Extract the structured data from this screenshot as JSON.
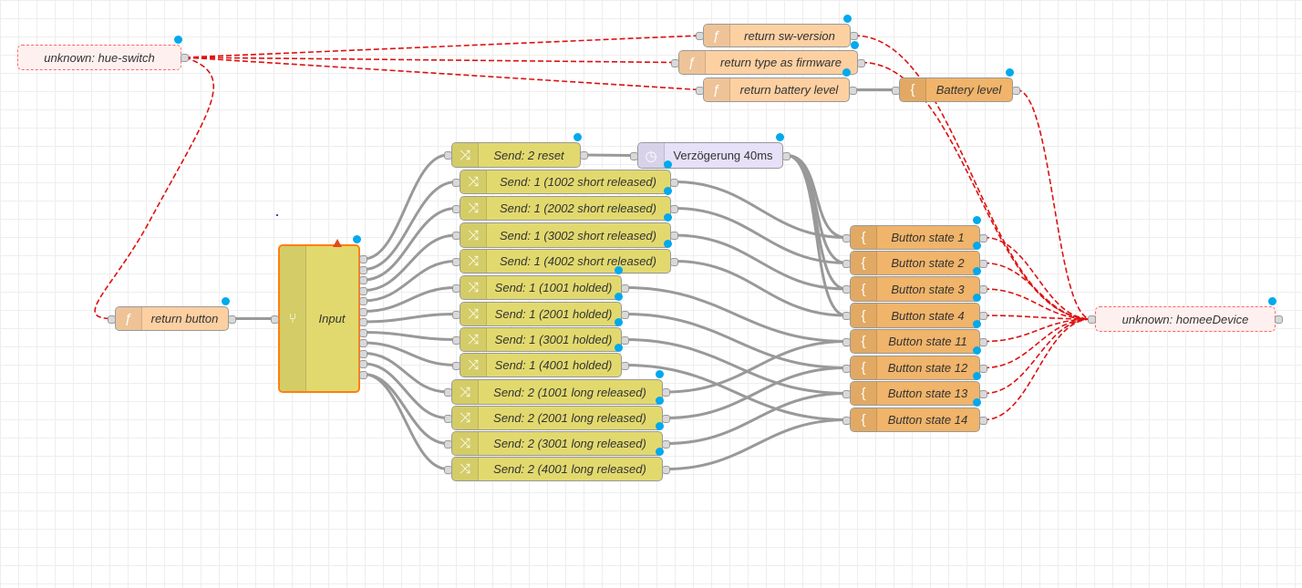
{
  "colors": {
    "function": "#fdd0a2",
    "template": "#f0b46a",
    "change": "#e2d96e",
    "delay": "#e6e0f8",
    "unknown": "#fff0f0",
    "wire": "#999999",
    "link": "#dd1111",
    "badge": "#00a9ed",
    "switch_border": "#ff7f0e"
  },
  "nodes": [
    {
      "id": "hue",
      "kind": "unknown",
      "label": "unknown: hue-switch",
      "icon": ""
    },
    {
      "id": "homee",
      "kind": "unknown",
      "label": "unknown: homeeDevice",
      "icon": ""
    },
    {
      "id": "fn_sw",
      "kind": "function",
      "label": "return sw-version",
      "icon": "function-icon"
    },
    {
      "id": "fn_fw",
      "kind": "function",
      "label": "return type as firmware",
      "icon": "function-icon"
    },
    {
      "id": "fn_batt",
      "kind": "function",
      "label": "return battery level",
      "icon": "function-icon"
    },
    {
      "id": "tpl_batt",
      "kind": "template",
      "label": "Battery level",
      "icon": "template-icon"
    },
    {
      "id": "fn_btn",
      "kind": "function",
      "label": "return button",
      "icon": "function-icon"
    },
    {
      "id": "sw_input",
      "kind": "switch",
      "label": "Input",
      "icon": "switch-icon"
    },
    {
      "id": "ch_reset",
      "kind": "change",
      "label": "Send: 2 reset",
      "icon": "change-icon"
    },
    {
      "id": "delay",
      "kind": "delay",
      "label": "Verzögerung 40ms",
      "icon": "timer-icon"
    },
    {
      "id": "ch_1002",
      "kind": "change",
      "label": "Send: 1 (1002 short released)",
      "icon": "change-icon"
    },
    {
      "id": "ch_2002",
      "kind": "change",
      "label": "Send: 1 (2002 short released)",
      "icon": "change-icon"
    },
    {
      "id": "ch_3002",
      "kind": "change",
      "label": "Send: 1 (3002 short released)",
      "icon": "change-icon"
    },
    {
      "id": "ch_4002",
      "kind": "change",
      "label": "Send: 1 (4002 short released)",
      "icon": "change-icon"
    },
    {
      "id": "ch_1001h",
      "kind": "change",
      "label": "Send: 1 (1001 holded)",
      "icon": "change-icon"
    },
    {
      "id": "ch_2001h",
      "kind": "change",
      "label": "Send: 1 (2001 holded)",
      "icon": "change-icon"
    },
    {
      "id": "ch_3001h",
      "kind": "change",
      "label": "Send: 1 (3001 holded)",
      "icon": "change-icon"
    },
    {
      "id": "ch_4001h",
      "kind": "change",
      "label": "Send: 1 (4001 holded)",
      "icon": "change-icon"
    },
    {
      "id": "ch_1001l",
      "kind": "change",
      "label": "Send: 2 (1001 long released)",
      "icon": "change-icon"
    },
    {
      "id": "ch_2001l",
      "kind": "change",
      "label": "Send: 2 (2001 long released)",
      "icon": "change-icon"
    },
    {
      "id": "ch_3001l",
      "kind": "change",
      "label": "Send: 2 (3001 long released)",
      "icon": "change-icon"
    },
    {
      "id": "ch_4001l",
      "kind": "change",
      "label": "Send: 2 (4001 long released)",
      "icon": "change-icon"
    },
    {
      "id": "bs1",
      "kind": "template",
      "label": "Button state 1",
      "icon": "template-icon"
    },
    {
      "id": "bs2",
      "kind": "template",
      "label": "Button state 2",
      "icon": "template-icon"
    },
    {
      "id": "bs3",
      "kind": "template",
      "label": "Button state 3",
      "icon": "template-icon"
    },
    {
      "id": "bs4",
      "kind": "template",
      "label": "Button state 4",
      "icon": "template-icon"
    },
    {
      "id": "bs11",
      "kind": "template",
      "label": "Button state 11",
      "icon": "template-icon"
    },
    {
      "id": "bs12",
      "kind": "template",
      "label": "Button state 12",
      "icon": "template-icon"
    },
    {
      "id": "bs13",
      "kind": "template",
      "label": "Button state 13",
      "icon": "template-icon"
    },
    {
      "id": "bs14",
      "kind": "template",
      "label": "Button state 14",
      "icon": "template-icon"
    }
  ]
}
